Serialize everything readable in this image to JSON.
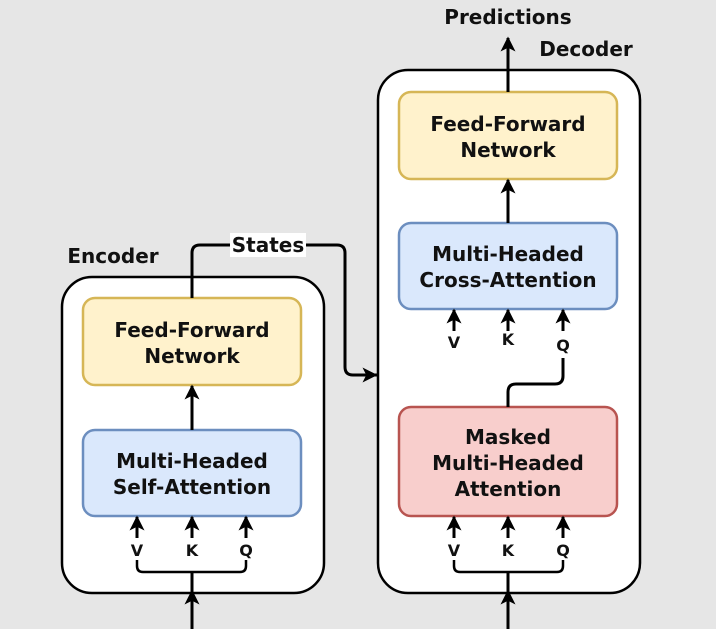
{
  "diagram": {
    "encoder": {
      "title": "Encoder",
      "ffn": {
        "line1": "Feed-Forward",
        "line2": "Network"
      },
      "attention": {
        "line1": "Multi-Headed",
        "line2": "Self-Attention"
      },
      "inputs": {
        "v": "V",
        "k": "K",
        "q": "Q"
      }
    },
    "decoder": {
      "title": "Decoder",
      "ffn": {
        "line1": "Feed-Forward",
        "line2": "Network"
      },
      "cross_attention": {
        "line1": "Multi-Headed",
        "line2": "Cross-Attention"
      },
      "masked_attention": {
        "line1": "Masked",
        "line2": "Multi-Headed",
        "line3": "Attention"
      },
      "cross_inputs": {
        "v": "V",
        "k": "K",
        "q": "Q"
      },
      "inputs": {
        "v": "V",
        "k": "K",
        "q": "Q"
      }
    },
    "states_label": "States",
    "output_label": "Predictions"
  },
  "colors": {
    "background": "#e6e6e6",
    "container_fill": "#ffffff",
    "ffn_fill": "#fff2cc",
    "ffn_stroke": "#d6b656",
    "attention_fill": "#dae8fc",
    "attention_stroke": "#6c8ebf",
    "masked_fill": "#f8cecc",
    "masked_stroke": "#b85450"
  },
  "icons": {
    "arrowhead": "filled-arrowhead-icon"
  }
}
